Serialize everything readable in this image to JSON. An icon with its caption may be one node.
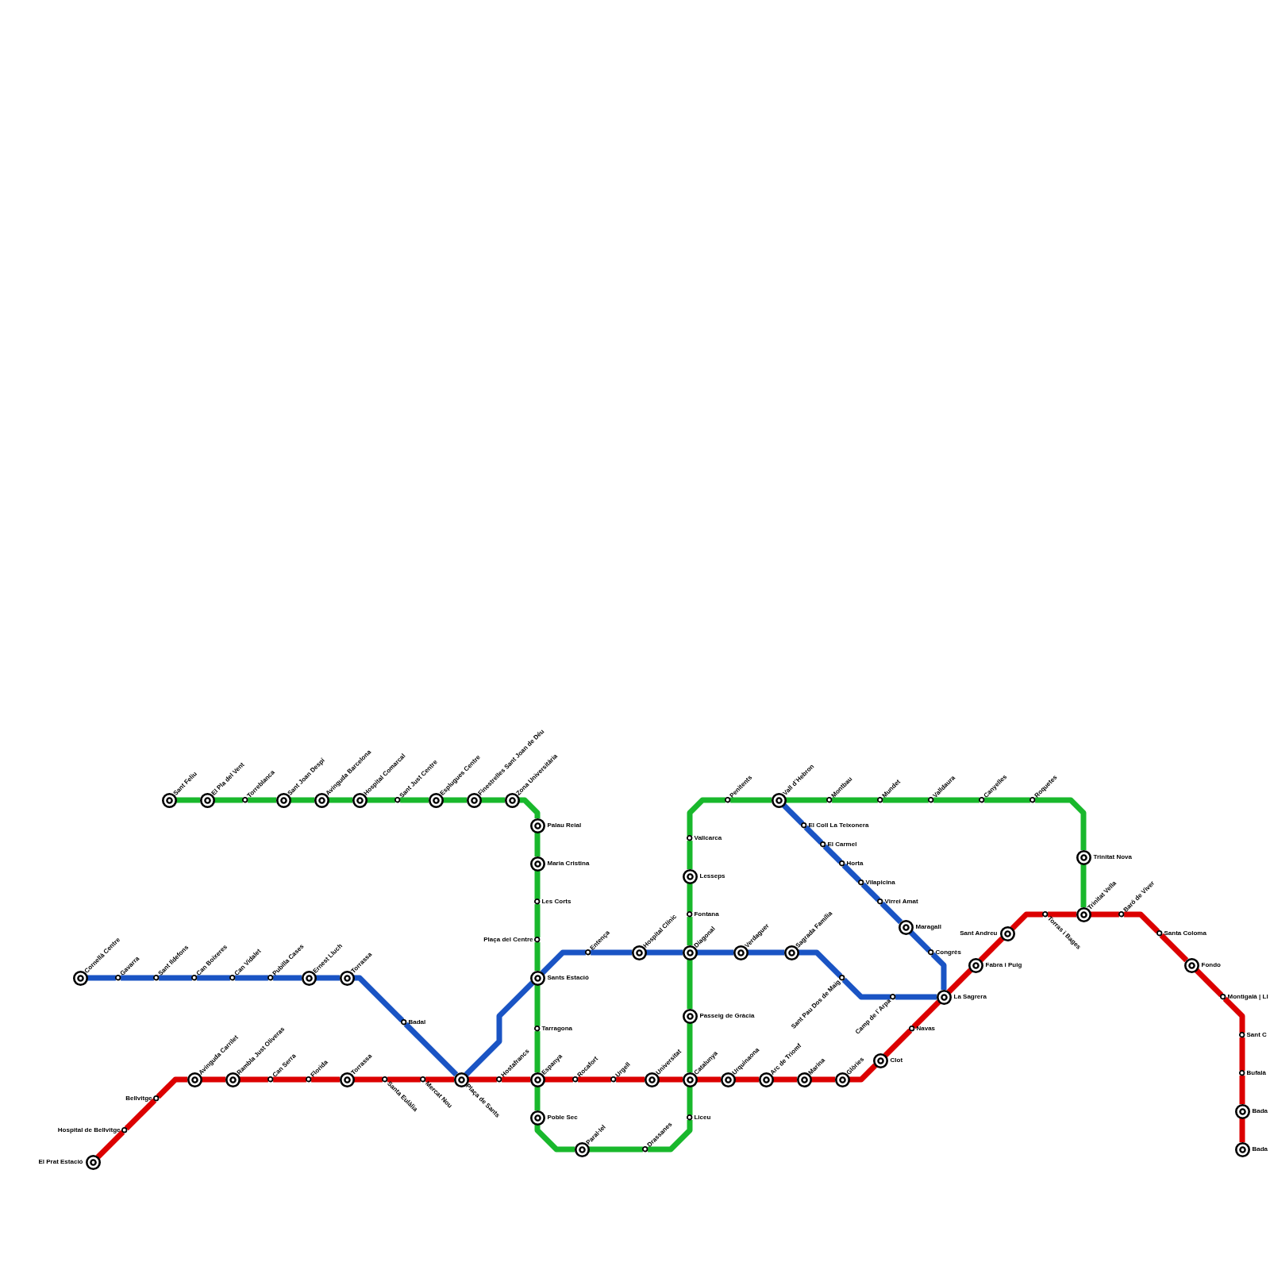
{
  "diagram": {
    "nodes": [
      {
        "text": [
          "Sant Feliu"
        ]
      },
      {
        "text": [
          "El Pla del Vent"
        ]
      },
      {
        "text": [
          "Torreblanca"
        ]
      },
      {
        "text": [
          "Sant Joan Despí"
        ]
      },
      {
        "text": [
          "Avinguda Barcelona"
        ]
      },
      {
        "text": [
          "Hospital Comarcal"
        ]
      },
      {
        "text": [
          "Sant Just Centre"
        ]
      },
      {
        "text": [
          "Esplugues Centre"
        ]
      },
      {
        "text": [
          "Finestrelles Sant Joan de Déu"
        ]
      },
      {
        "text": [
          "Zona Universitària"
        ]
      },
      {
        "text": [
          "Palau Reial"
        ]
      },
      {
        "text": [
          "Maria Cristina"
        ]
      },
      {
        "text": [
          "Les Corts"
        ]
      },
      {
        "text": [
          "Plaça del Centre"
        ]
      },
      {
        "text": [
          "Sants Estació"
        ]
      },
      {
        "text": [
          "Tarragona"
        ]
      },
      {
        "text": [
          "Espanya"
        ]
      },
      {
        "text": [
          "Poble Sec"
        ]
      },
      {
        "text": [
          "Paral·lel"
        ]
      },
      {
        "text": [
          "Drassanes"
        ]
      },
      {
        "text": [
          "Liceu"
        ]
      },
      {
        "text": [
          "Catalunya"
        ]
      },
      {
        "text": [
          "Passeig de Gràcia"
        ]
      },
      {
        "text": [
          "Diagonal"
        ]
      },
      {
        "text": [
          "Fontana"
        ]
      },
      {
        "text": [
          "Lesseps"
        ]
      },
      {
        "text": [
          "Vallcarca"
        ]
      },
      {
        "text": [
          "Penitents"
        ]
      },
      {
        "text": [
          "Vall d´Hebron"
        ]
      },
      {
        "text": [
          "Montbau"
        ]
      },
      {
        "text": [
          "Mundet"
        ]
      },
      {
        "text": [
          "Valldaura"
        ]
      },
      {
        "text": [
          "Canyelles"
        ]
      },
      {
        "text": [
          "Roquetes"
        ]
      },
      {
        "text": [
          "Trinitat Nova"
        ]
      },
      {
        "text": [
          "Trinitat Vella"
        ]
      },
      {
        "text": [
          "Cornellà Centre"
        ]
      },
      {
        "text": [
          "Gavarra"
        ]
      },
      {
        "text": [
          "Sant Ildefons"
        ]
      },
      {
        "text": [
          "Can Boixeres"
        ]
      },
      {
        "text": [
          "Can Vidalet"
        ]
      },
      {
        "text": [
          "Pubilla Cases"
        ]
      },
      {
        "text": [
          "Ernest Lluch"
        ]
      },
      {
        "text": [
          "Torrassa"
        ]
      },
      {
        "text": [
          "Badal"
        ]
      },
      {
        "text": [
          "Plaça de Sants"
        ]
      },
      {
        "text": [
          "Entença"
        ]
      },
      {
        "text": [
          "Hospital Clínic"
        ]
      },
      {
        "text": [
          "Verdaguer"
        ]
      },
      {
        "text": [
          "Sagrada Família"
        ]
      },
      {
        "text": [
          "Sant Pau Dos de Maig"
        ]
      },
      {
        "text": [
          "Camp de l`Arpa"
        ]
      },
      {
        "text": [
          "La Sagrera"
        ]
      },
      {
        "text": [
          "Congrès"
        ]
      },
      {
        "text": [
          "Maragall"
        ]
      },
      {
        "text": [
          "Virrei Amat"
        ]
      },
      {
        "text": [
          "Vilapicina"
        ]
      },
      {
        "text": [
          "Horta"
        ]
      },
      {
        "text": [
          "El Carmel"
        ]
      },
      {
        "text": [
          "El Coll La Teixonera"
        ]
      },
      {
        "text": [
          "El Prat Estació"
        ]
      },
      {
        "text": [
          "Hospital de Bellvitge"
        ]
      },
      {
        "text": [
          "Bellvitge"
        ]
      },
      {
        "text": [
          "Avinguda Carrilet"
        ]
      },
      {
        "text": [
          "Rambla Just Oliveras"
        ]
      },
      {
        "text": [
          "Can Serra"
        ]
      },
      {
        "text": [
          "Florida"
        ]
      },
      {
        "text": [
          "Torrassa"
        ]
      },
      {
        "text": [
          "Santa Eulàlia"
        ]
      },
      {
        "text": [
          "Mercat Nou"
        ]
      },
      {
        "text": [
          "Hostafrancs"
        ]
      },
      {
        "text": [
          "Rocafort"
        ]
      },
      {
        "text": [
          "Urgell"
        ]
      },
      {
        "text": [
          "Universitat"
        ]
      },
      {
        "text": [
          "Urquinaona"
        ]
      },
      {
        "text": [
          "Arc de Triomf"
        ]
      },
      {
        "text": [
          "Marina"
        ]
      },
      {
        "text": [
          "Glòries"
        ]
      },
      {
        "text": [
          "Clot"
        ]
      },
      {
        "text": [
          "Navas"
        ]
      },
      {
        "text": [
          "Fabra i Puig"
        ]
      },
      {
        "text": [
          "Sant Andreu"
        ]
      },
      {
        "text": [
          "Torras i Bages"
        ]
      },
      {
        "text": [
          "Baró de Viver"
        ]
      },
      {
        "text": [
          "Santa Coloma"
        ]
      },
      {
        "text": [
          "Fondo"
        ]
      },
      {
        "text": [
          "Montigalà | Ll"
        ]
      },
      {
        "text": [
          "Sant C"
        ]
      },
      {
        "text": [
          "Bufalà"
        ]
      },
      {
        "text": [
          "Bada"
        ]
      },
      {
        "text": [
          "Bada"
        ]
      }
    ],
    "edges": [
      {
        "from": 0,
        "to": 1,
        "arrow": "none",
        "color": "#19b82c"
      },
      {
        "from": 1,
        "to": 2,
        "arrow": "none",
        "color": "#19b82c"
      },
      {
        "from": 2,
        "to": 3,
        "arrow": "none",
        "color": "#19b82c"
      },
      {
        "from": 3,
        "to": 4,
        "arrow": "none",
        "color": "#19b82c"
      },
      {
        "from": 4,
        "to": 5,
        "arrow": "none",
        "color": "#19b82c"
      },
      {
        "from": 5,
        "to": 6,
        "arrow": "none",
        "color": "#19b82c"
      },
      {
        "from": 6,
        "to": 7,
        "arrow": "none",
        "color": "#19b82c"
      },
      {
        "from": 7,
        "to": 8,
        "arrow": "none",
        "color": "#19b82c"
      },
      {
        "from": 8,
        "to": 9,
        "arrow": "none",
        "color": "#19b82c"
      },
      {
        "from": 9,
        "to": 10,
        "arrow": "none",
        "color": "#19b82c"
      },
      {
        "from": 10,
        "to": 11,
        "arrow": "none",
        "color": "#19b82c"
      },
      {
        "from": 11,
        "to": 12,
        "arrow": "none",
        "color": "#19b82c"
      },
      {
        "from": 12,
        "to": 13,
        "arrow": "none",
        "color": "#19b82c"
      },
      {
        "from": 13,
        "to": 14,
        "arrow": "none",
        "color": "#19b82c"
      },
      {
        "from": 14,
        "to": 15,
        "arrow": "none",
        "color": "#19b82c"
      },
      {
        "from": 15,
        "to": 16,
        "arrow": "none",
        "color": "#19b82c"
      },
      {
        "from": 16,
        "to": 17,
        "arrow": "none",
        "color": "#19b82c"
      },
      {
        "from": 17,
        "to": 18,
        "arrow": "none",
        "color": "#19b82c"
      },
      {
        "from": 18,
        "to": 19,
        "arrow": "none",
        "color": "#19b82c"
      },
      {
        "from": 19,
        "to": 20,
        "arrow": "none",
        "color": "#19b82c"
      },
      {
        "from": 20,
        "to": 21,
        "arrow": "none",
        "color": "#19b82c"
      },
      {
        "from": 21,
        "to": 22,
        "arrow": "none",
        "color": "#19b82c"
      },
      {
        "from": 22,
        "to": 23,
        "arrow": "none",
        "color": "#19b82c"
      },
      {
        "from": 23,
        "to": 24,
        "arrow": "none",
        "color": "#19b82c"
      },
      {
        "from": 24,
        "to": 25,
        "arrow": "none",
        "color": "#19b82c"
      },
      {
        "from": 25,
        "to": 26,
        "arrow": "none",
        "color": "#19b82c"
      },
      {
        "from": 26,
        "to": 27,
        "arrow": "none",
        "color": "#19b82c"
      },
      {
        "from": 27,
        "to": 28,
        "arrow": "none",
        "color": "#19b82c"
      },
      {
        "from": 28,
        "to": 29,
        "arrow": "none",
        "color": "#19b82c"
      },
      {
        "from": 29,
        "to": 30,
        "arrow": "none",
        "color": "#19b82c"
      },
      {
        "from": 30,
        "to": 31,
        "arrow": "none",
        "color": "#19b82c"
      },
      {
        "from": 31,
        "to": 32,
        "arrow": "none",
        "color": "#19b82c"
      },
      {
        "from": 32,
        "to": 33,
        "arrow": "none",
        "color": "#19b82c"
      },
      {
        "from": 33,
        "to": 34,
        "arrow": "none",
        "color": "#19b82c"
      },
      {
        "from": 34,
        "to": 35,
        "arrow": "none",
        "color": "#19b82c"
      },
      {
        "from": 36,
        "to": 37,
        "arrow": "none",
        "color": "#1a54c4"
      },
      {
        "from": 37,
        "to": 38,
        "arrow": "none",
        "color": "#1a54c4"
      },
      {
        "from": 38,
        "to": 39,
        "arrow": "none",
        "color": "#1a54c4"
      },
      {
        "from": 39,
        "to": 40,
        "arrow": "none",
        "color": "#1a54c4"
      },
      {
        "from": 40,
        "to": 41,
        "arrow": "none",
        "color": "#1a54c4"
      },
      {
        "from": 41,
        "to": 42,
        "arrow": "none",
        "color": "#1a54c4"
      },
      {
        "from": 42,
        "to": 43,
        "arrow": "none",
        "color": "#1a54c4"
      },
      {
        "from": 43,
        "to": 44,
        "arrow": "none",
        "color": "#1a54c4"
      },
      {
        "from": 44,
        "to": 45,
        "arrow": "none",
        "color": "#1a54c4"
      },
      {
        "from": 45,
        "to": 14,
        "arrow": "none",
        "color": "#1a54c4"
      },
      {
        "from": 14,
        "to": 46,
        "arrow": "none",
        "color": "#1a54c4"
      },
      {
        "from": 46,
        "to": 47,
        "arrow": "none",
        "color": "#1a54c4"
      },
      {
        "from": 47,
        "to": 23,
        "arrow": "none",
        "color": "#1a54c4"
      },
      {
        "from": 23,
        "to": 48,
        "arrow": "none",
        "color": "#1a54c4"
      },
      {
        "from": 48,
        "to": 49,
        "arrow": "none",
        "color": "#1a54c4"
      },
      {
        "from": 49,
        "to": 50,
        "arrow": "none",
        "color": "#1a54c4"
      },
      {
        "from": 50,
        "to": 51,
        "arrow": "none",
        "color": "#1a54c4"
      },
      {
        "from": 51,
        "to": 52,
        "arrow": "none",
        "color": "#1a54c4"
      },
      {
        "from": 52,
        "to": 53,
        "arrow": "none",
        "color": "#1a54c4"
      },
      {
        "from": 53,
        "to": 54,
        "arrow": "none",
        "color": "#1a54c4"
      },
      {
        "from": 54,
        "to": 55,
        "arrow": "none",
        "color": "#1a54c4"
      },
      {
        "from": 55,
        "to": 56,
        "arrow": "none",
        "color": "#1a54c4"
      },
      {
        "from": 56,
        "to": 57,
        "arrow": "none",
        "color": "#1a54c4"
      },
      {
        "from": 57,
        "to": 58,
        "arrow": "none",
        "color": "#1a54c4"
      },
      {
        "from": 58,
        "to": 59,
        "arrow": "none",
        "color": "#1a54c4"
      },
      {
        "from": 59,
        "to": 28,
        "arrow": "none",
        "color": "#1a54c4"
      },
      {
        "from": 60,
        "to": 61,
        "arrow": "none",
        "color": "#dc0000"
      },
      {
        "from": 61,
        "to": 62,
        "arrow": "none",
        "color": "#dc0000"
      },
      {
        "from": 62,
        "to": 63,
        "arrow": "none",
        "color": "#dc0000"
      },
      {
        "from": 63,
        "to": 64,
        "arrow": "none",
        "color": "#dc0000"
      },
      {
        "from": 64,
        "to": 65,
        "arrow": "none",
        "color": "#dc0000"
      },
      {
        "from": 65,
        "to": 66,
        "arrow": "none",
        "color": "#dc0000"
      },
      {
        "from": 66,
        "to": 67,
        "arrow": "none",
        "color": "#dc0000"
      },
      {
        "from": 67,
        "to": 68,
        "arrow": "none",
        "color": "#dc0000"
      },
      {
        "from": 68,
        "to": 69,
        "arrow": "none",
        "color": "#dc0000"
      },
      {
        "from": 69,
        "to": 45,
        "arrow": "none",
        "color": "#dc0000"
      },
      {
        "from": 45,
        "to": 70,
        "arrow": "none",
        "color": "#dc0000"
      },
      {
        "from": 70,
        "to": 16,
        "arrow": "none",
        "color": "#dc0000"
      },
      {
        "from": 16,
        "to": 71,
        "arrow": "none",
        "color": "#dc0000"
      },
      {
        "from": 71,
        "to": 72,
        "arrow": "none",
        "color": "#dc0000"
      },
      {
        "from": 72,
        "to": 73,
        "arrow": "none",
        "color": "#dc0000"
      },
      {
        "from": 73,
        "to": 21,
        "arrow": "none",
        "color": "#dc0000"
      },
      {
        "from": 21,
        "to": 74,
        "arrow": "none",
        "color": "#dc0000"
      },
      {
        "from": 74,
        "to": 75,
        "arrow": "none",
        "color": "#dc0000"
      },
      {
        "from": 75,
        "to": 76,
        "arrow": "none",
        "color": "#dc0000"
      },
      {
        "from": 76,
        "to": 77,
        "arrow": "none",
        "color": "#dc0000"
      },
      {
        "from": 77,
        "to": 78,
        "arrow": "none",
        "color": "#dc0000"
      },
      {
        "from": 78,
        "to": 79,
        "arrow": "none",
        "color": "#dc0000"
      },
      {
        "from": 79,
        "to": 52,
        "arrow": "none",
        "color": "#dc0000"
      },
      {
        "from": 52,
        "to": 80,
        "arrow": "none",
        "color": "#dc0000"
      },
      {
        "from": 80,
        "to": 81,
        "arrow": "none",
        "color": "#dc0000"
      },
      {
        "from": 81,
        "to": 82,
        "arrow": "none",
        "color": "#dc0000"
      },
      {
        "from": 82,
        "to": 35,
        "arrow": "none",
        "color": "#dc0000"
      },
      {
        "from": 35,
        "to": 83,
        "arrow": "none",
        "color": "#dc0000"
      },
      {
        "from": 83,
        "to": 84,
        "arrow": "none",
        "color": "#dc0000"
      },
      {
        "from": 84,
        "to": 85,
        "arrow": "none",
        "color": "#dc0000"
      },
      {
        "from": 85,
        "to": 86,
        "arrow": "none",
        "color": "#dc0000"
      },
      {
        "from": 86,
        "to": 87,
        "arrow": "none",
        "color": "#dc0000"
      },
      {
        "from": 87,
        "to": 88,
        "arrow": "none",
        "color": "#dc0000"
      },
      {
        "from": 88,
        "to": 89,
        "arrow": "none",
        "color": "#dc0000"
      },
      {
        "from": 89,
        "to": 90,
        "arrow": "none",
        "color": "#dc0000"
      }
    ]
  }
}
